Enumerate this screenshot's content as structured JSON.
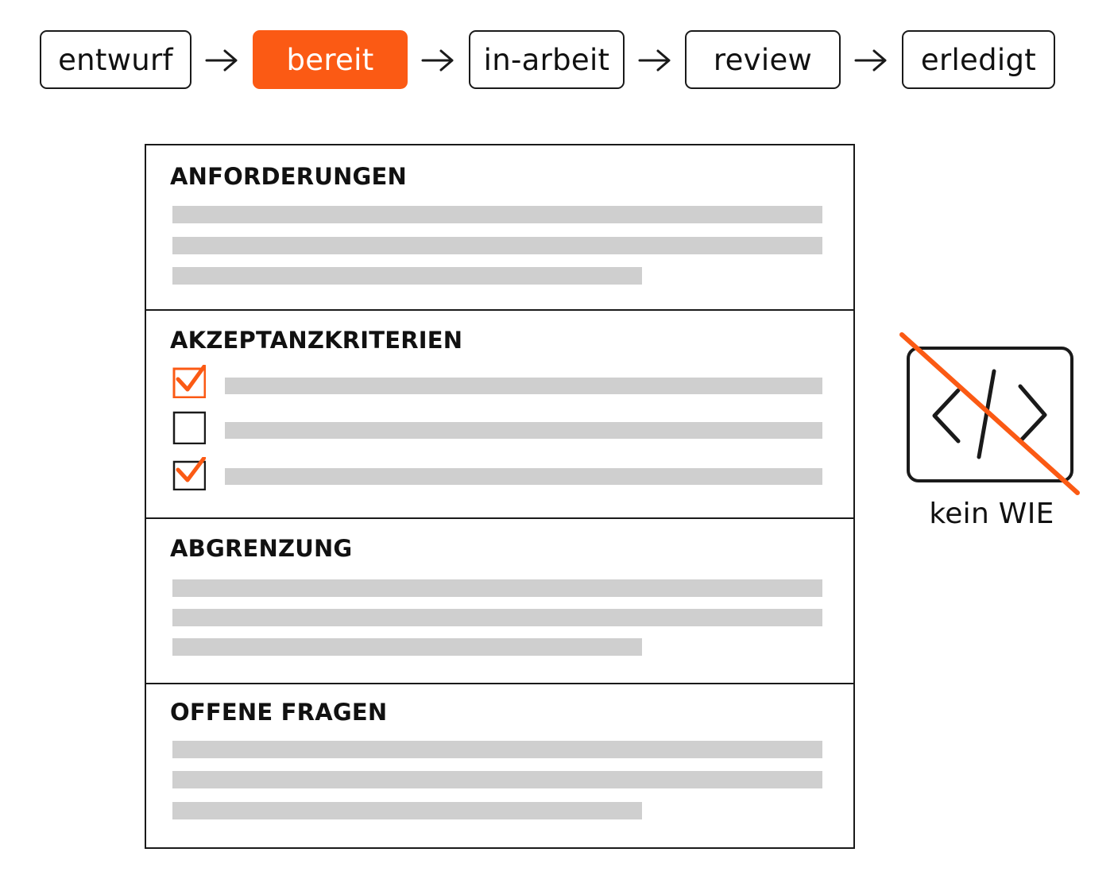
{
  "pipeline": {
    "stages": [
      {
        "label": "entwurf",
        "active": false
      },
      {
        "label": "bereit",
        "active": true
      },
      {
        "label": "in-arbeit",
        "active": false
      },
      {
        "label": "review",
        "active": false
      },
      {
        "label": "erledigt",
        "active": false
      }
    ],
    "accent_color": "#fb5a14"
  },
  "spec": {
    "sections": [
      {
        "title": "ANFORDERUNGEN"
      },
      {
        "title": "AKZEPTANZKRITERIEN",
        "criteria": [
          {
            "checked": true
          },
          {
            "checked": false
          },
          {
            "checked": true
          }
        ]
      },
      {
        "title": "ABGRENZUNG"
      },
      {
        "title": "OFFENE FRAGEN"
      }
    ],
    "placeholder_color": "#cfcfcf"
  },
  "no_code": {
    "icon": "code-icon-crossed-out",
    "label": "kein WIE"
  }
}
